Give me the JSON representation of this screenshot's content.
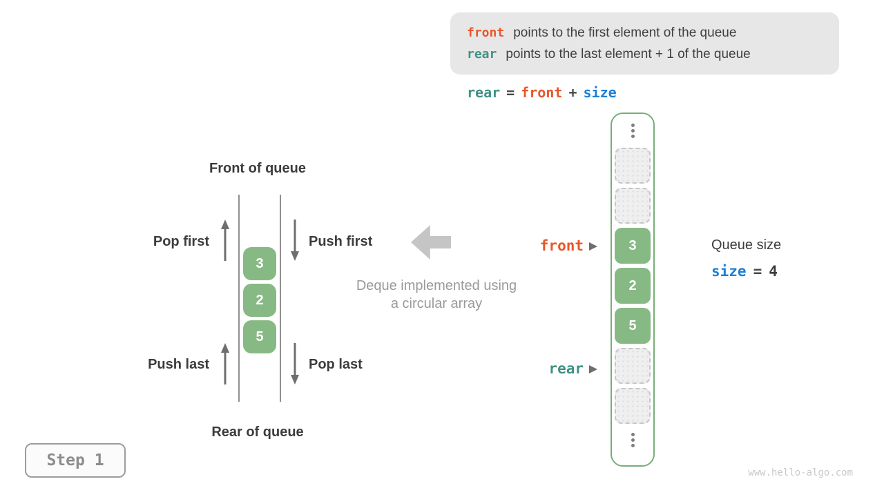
{
  "colors": {
    "front": "#e8572a",
    "rear": "#3f9186",
    "size": "#1c7fd5",
    "cell_green": "#87b984",
    "array_border": "#77ae77",
    "block_arrow": "#c5c5c5",
    "caption_gray": "#9a9a9a",
    "dark_text": "#3c3c3c"
  },
  "legend": {
    "line1": {
      "code": "front",
      "text": "points to the first element of the queue"
    },
    "line2": {
      "code": "rear",
      "text": "points to the last element + 1 of the queue"
    }
  },
  "formula": {
    "lhs": "rear",
    "eq": "=",
    "term1": "front",
    "op": "+",
    "term2": "size"
  },
  "left_queue": {
    "front_label": "Front of queue",
    "rear_label": "Rear of queue",
    "pop_first": "Pop first",
    "push_first": "Push first",
    "push_last": "Push last",
    "pop_last": "Pop last",
    "values": [
      "3",
      "2",
      "5"
    ]
  },
  "caption": {
    "line1": "Deque implemented using",
    "line2": "a circular array"
  },
  "array": {
    "cells": [
      {
        "type": "empty"
      },
      {
        "type": "empty"
      },
      {
        "type": "value",
        "value": "3"
      },
      {
        "type": "value",
        "value": "2"
      },
      {
        "type": "value",
        "value": "5"
      },
      {
        "type": "empty"
      },
      {
        "type": "empty"
      }
    ],
    "front_pointer": "front",
    "rear_pointer": "rear"
  },
  "queue_size": {
    "title": "Queue size",
    "var": "size",
    "eq": "=",
    "value": "4"
  },
  "step": {
    "label": "Step 1"
  },
  "watermark": "www.hello-algo.com"
}
